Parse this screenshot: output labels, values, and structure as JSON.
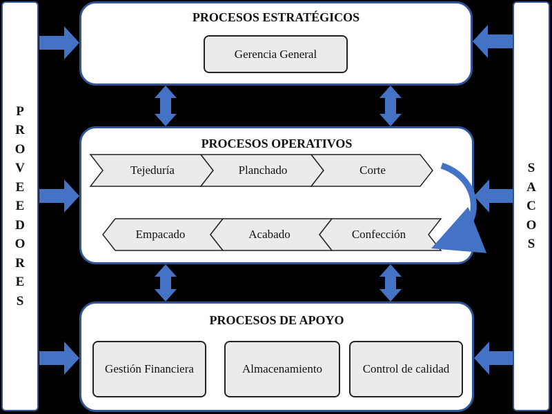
{
  "suppliers_label": "PROVEEDORES",
  "clients_label": "SACOS",
  "strategic": {
    "title": "PROCESOS ESTRATÉGICOS",
    "boxes": [
      "Gerencia General"
    ]
  },
  "operative": {
    "title": "PROCESOS OPERATIVOS",
    "row1": [
      "Tejeduría",
      "Planchado",
      "Corte"
    ],
    "row2": [
      "Empacado",
      "Acabado",
      "Confección"
    ]
  },
  "support": {
    "title": "PROCESOS DE APOYO",
    "boxes": [
      "Gestión Financiera",
      "Almacenamiento",
      "Control de calidad"
    ]
  },
  "colors": {
    "arrow": "#4472c4",
    "border": "#2f5597",
    "box_fill": "#ebebeb",
    "background": "#000000"
  }
}
